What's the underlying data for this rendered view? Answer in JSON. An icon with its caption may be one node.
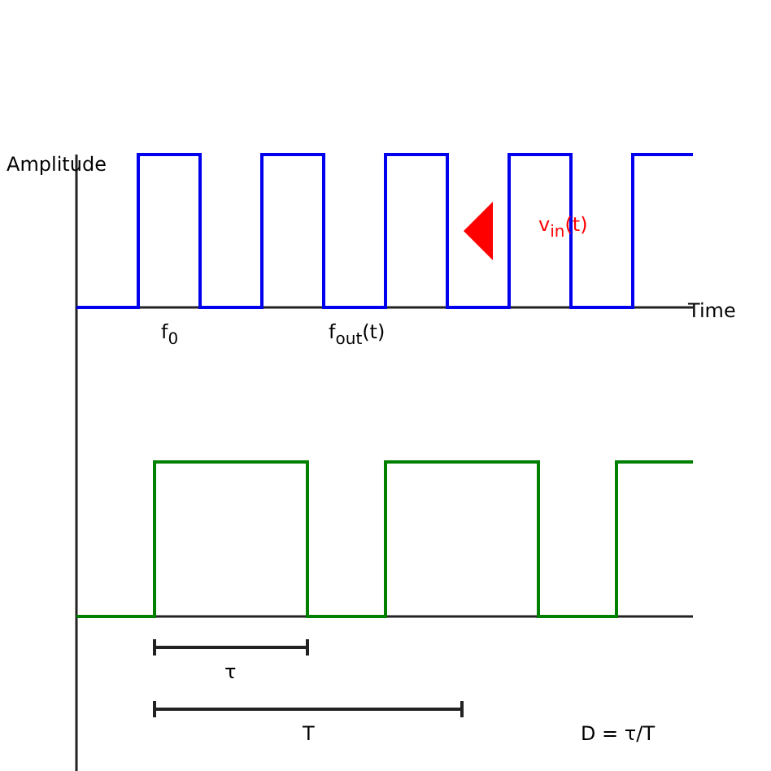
{
  "diagram": {
    "labels": [
      "Amplitude",
      "Time",
      "v$_{in}$(t)",
      "f$_{0}$",
      "f$_{out}$(t)",
      "τ",
      "T",
      "D = τ/T"
    ]
  }
}
